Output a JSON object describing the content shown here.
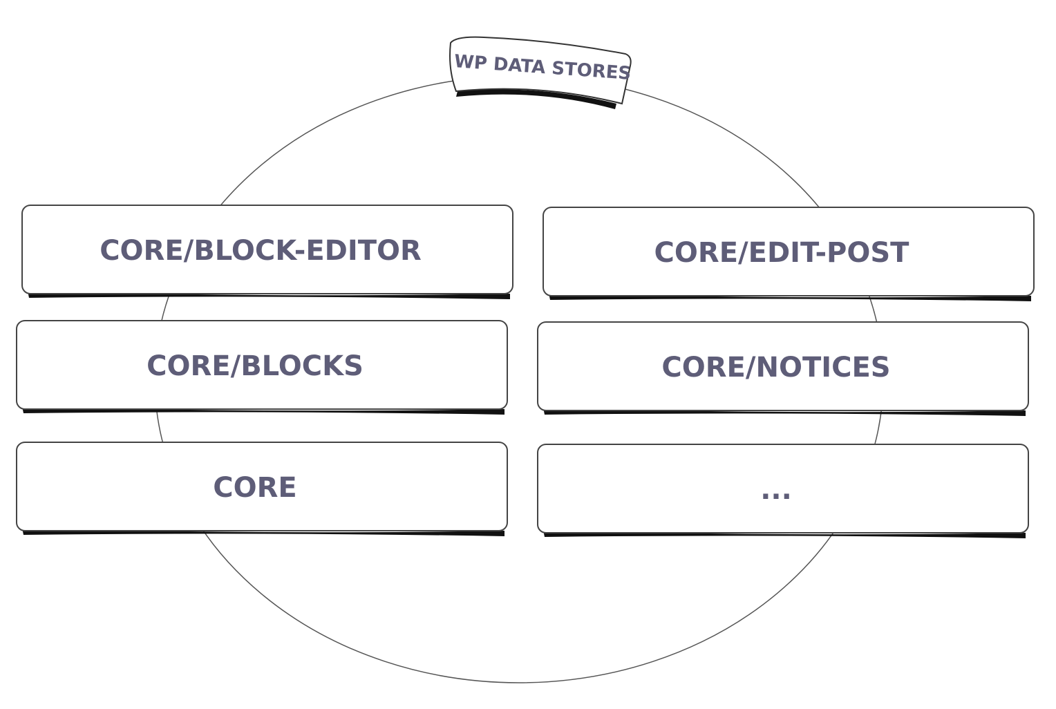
{
  "title": "WP DATA STORES",
  "colors": {
    "text": "#5e5d78",
    "stroke": "#333333",
    "shadow": "#111111"
  },
  "stores": [
    {
      "label": "CORE/BLOCK-EDITOR"
    },
    {
      "label": "CORE/EDIT-POST"
    },
    {
      "label": "CORE/BLOCKS"
    },
    {
      "label": "CORE/NOTICES"
    },
    {
      "label": "CORE"
    },
    {
      "label": "..."
    }
  ]
}
